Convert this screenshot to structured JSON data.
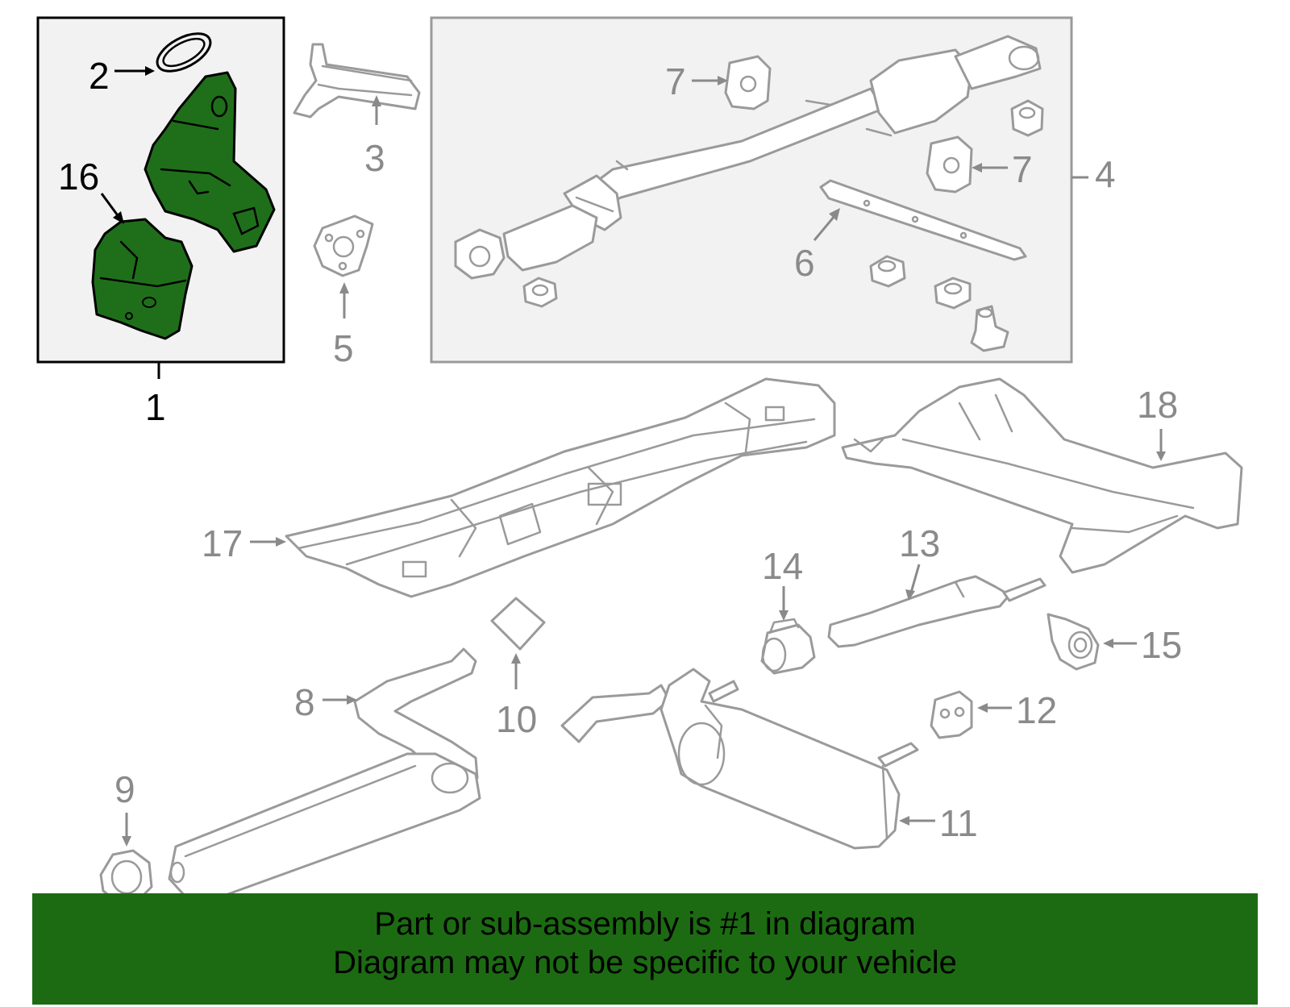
{
  "callouts": {
    "c1": "1",
    "c2": "2",
    "c3": "3",
    "c4": "4",
    "c5": "5",
    "c6": "6",
    "c7a": "7",
    "c7b": "7",
    "c8": "8",
    "c9": "9",
    "c10": "10",
    "c11": "11",
    "c12": "12",
    "c13": "13",
    "c14": "14",
    "c15": "15",
    "c16": "16",
    "c17": "17",
    "c18": "18"
  },
  "banner": {
    "line1": "Part or sub-assembly is #1 in diagram",
    "line2": "Diagram may not be specific to your vehicle"
  },
  "colors": {
    "highlight_part": "#1f6f1a",
    "banner": "#1c6b12",
    "outline_gray": "#9a9a9a",
    "panel_fill": "#f2f2f2"
  }
}
